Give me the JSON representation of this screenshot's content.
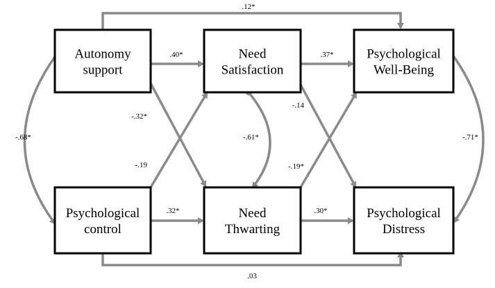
{
  "colors": {
    "arrow": "#8a8a8a",
    "box_border": "#000000",
    "text": "#000000",
    "background": "#ffffff"
  },
  "nodes": [
    {
      "id": "autonomy",
      "lines": [
        "Autonomy",
        "support"
      ]
    },
    {
      "id": "needsat",
      "lines": [
        "Need",
        "Satisfaction"
      ]
    },
    {
      "id": "wellbeing",
      "lines": [
        "Psychological",
        "Well-Being"
      ]
    },
    {
      "id": "control",
      "lines": [
        "Psychological",
        "control"
      ]
    },
    {
      "id": "needthw",
      "lines": [
        "Need",
        "Thwarting"
      ]
    },
    {
      "id": "distress",
      "lines": [
        "Psychological",
        "Distress"
      ]
    }
  ],
  "edges": [
    {
      "id": "aut-wb-top",
      "from": "autonomy",
      "to": "wellbeing",
      "label": ".12*"
    },
    {
      "id": "aut-ns",
      "from": "autonomy",
      "to": "needsat",
      "label": ".40*"
    },
    {
      "id": "ns-wb",
      "from": "needsat",
      "to": "wellbeing",
      "label": ".37*"
    },
    {
      "id": "aut-nt",
      "from": "autonomy",
      "to": "needthw",
      "label": "-.32*"
    },
    {
      "id": "ctl-ns",
      "from": "control",
      "to": "needsat",
      "label": "-.19"
    },
    {
      "id": "ns-dis",
      "from": "needsat",
      "to": "distress",
      "label": "-.14"
    },
    {
      "id": "nt-wb",
      "from": "needthw",
      "to": "wellbeing",
      "label": "-.19*"
    },
    {
      "id": "ctl-nt",
      "from": "control",
      "to": "needthw",
      "label": ".32*"
    },
    {
      "id": "nt-dis",
      "from": "needthw",
      "to": "distress",
      "label": ".30*"
    },
    {
      "id": "ctl-dis-bottom",
      "from": "control",
      "to": "distress",
      "label": ".03"
    },
    {
      "id": "aut-ctl-cov",
      "from": "autonomy",
      "to": "control",
      "label": "-.68*"
    },
    {
      "id": "ns-nt-cov",
      "from": "needsat",
      "to": "needthw",
      "label": "-.61*"
    },
    {
      "id": "wb-dis-cov",
      "from": "wellbeing",
      "to": "distress",
      "label": "-.71*"
    }
  ]
}
